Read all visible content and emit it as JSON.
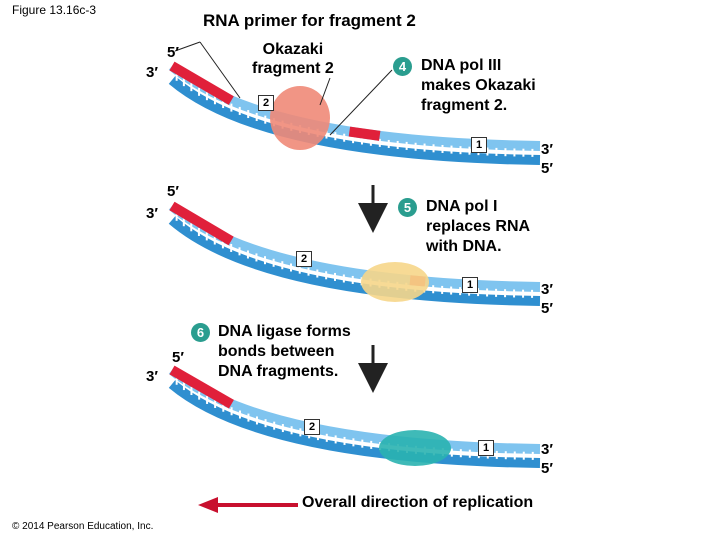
{
  "figure_label": "Figure 13.16c-3",
  "copyright": "© 2014 Pearson Education, Inc.",
  "title": "RNA primer for fragment 2",
  "okazaki_label": "Okazaki\nfragment 2",
  "ends": {
    "five": "5′",
    "three": "3′"
  },
  "fragment_numbers": [
    "1",
    "2"
  ],
  "steps": [
    {
      "number": "4",
      "lines": [
        "DNA pol III",
        "makes Okazaki",
        "fragment 2."
      ]
    },
    {
      "number": "5",
      "lines": [
        "DNA pol I",
        "replaces RNA",
        "with DNA."
      ]
    },
    {
      "number": "6",
      "lines": [
        "DNA ligase forms",
        "bonds between",
        "DNA fragments."
      ]
    }
  ],
  "direction_label": "Overall direction of replication",
  "colors": {
    "template_strand": "#2f8fd0",
    "new_dna": "#7fc4ef",
    "rna_primer": "#e0203a",
    "pol_iii": "#f08a78",
    "pol_i": "#f6d68a",
    "ligase": "#2ab3b0",
    "direction_arrow": "#c8102e",
    "step_badge": "#2a9d8f"
  }
}
